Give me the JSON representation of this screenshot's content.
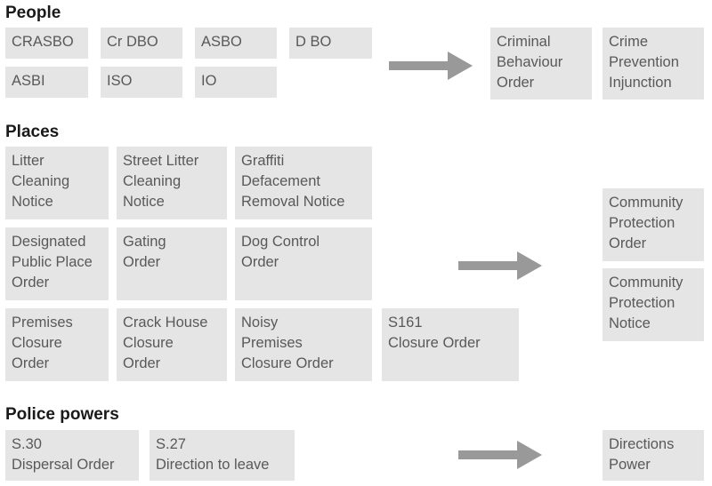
{
  "people": {
    "heading": "People",
    "old": [
      "CRASBO",
      "Cr DBO",
      "ASBO",
      "D BO",
      "ASBI",
      "ISO",
      "IO"
    ],
    "new": [
      "Criminal\nBehaviour\nOrder",
      "Crime\nPrevention\nInjunction"
    ]
  },
  "places": {
    "heading": "Places",
    "old": [
      "Litter\nCleaning\nNotice",
      "Street Litter\nCleaning\nNotice",
      "Graffiti\nDefacement\nRemoval Notice",
      "Designated\nPublic Place\nOrder",
      "Gating\nOrder",
      "Dog Control\nOrder",
      "Premises\nClosure\nOrder",
      "Crack House\nClosure\nOrder",
      "Noisy\nPremises\nClosure Order",
      "S161\nClosure Order"
    ],
    "new": [
      "Community\nProtection\nOrder",
      "Community\nProtection\nNotice"
    ]
  },
  "police": {
    "heading": "Police powers",
    "old": [
      "S.30\nDispersal Order",
      "S.27\nDirection to leave"
    ],
    "new": [
      "Directions\nPower"
    ]
  },
  "colors": {
    "box_fill": "#e5e5e5",
    "box_text": "#595959",
    "arrow": "#999999",
    "heading": "#1a1a1a"
  },
  "icons": {
    "arrow": "right-arrow-icon"
  }
}
